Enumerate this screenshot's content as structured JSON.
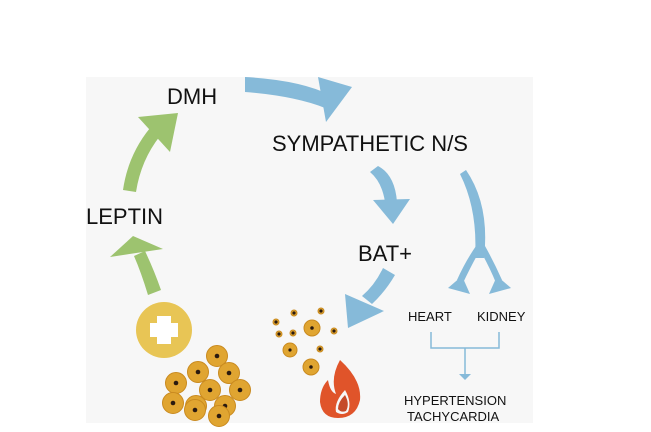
{
  "diagram": {
    "nodes": {
      "dmh": "DMH",
      "sympathetic": "SYMPATHETIC N/S",
      "leptin": "LEPTIN",
      "bat": "BAT+",
      "heart": "HEART",
      "kidney": "KIDNEY",
      "outcome_1": "HYPERTENSION",
      "outcome_2": "TACHYCARDIA"
    },
    "icons": [
      "plus-badge-icon",
      "fat-cells-icon",
      "fat-droplets-icon",
      "flame-icon"
    ],
    "colors": {
      "green_arrow": "#9dc36f",
      "blue_arrow": "#86bad9",
      "cell_fill": "#e0a531",
      "plus_badge": "#e8c555",
      "flame_outer": "#e0542a",
      "flame_inner": "#b0402a",
      "panel_bg": "#f7f7f7"
    }
  }
}
